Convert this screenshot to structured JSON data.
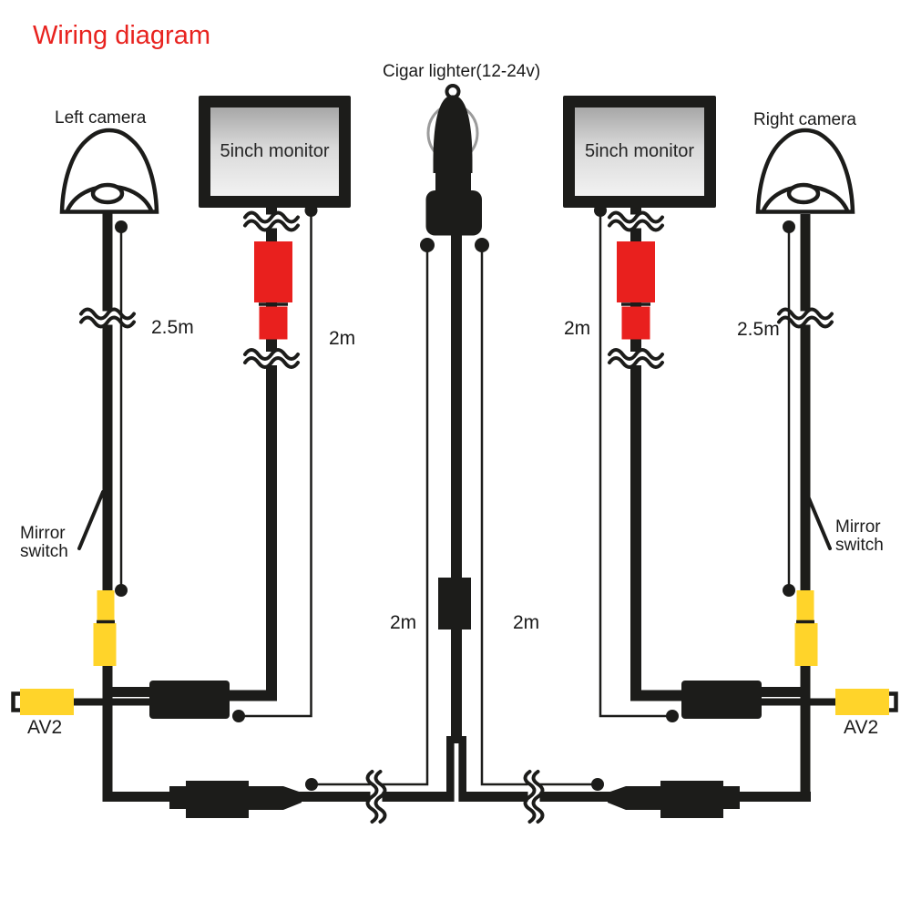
{
  "title": "Wiring diagram",
  "colors": {
    "title_red": "#e8231f",
    "connector_red": "#e9201e",
    "connector_yellow": "#ffd42a",
    "line_black": "#1c1c1a",
    "screen_top": "#a7a7a7",
    "screen_bottom": "#f2f2f2",
    "ring_gray": "#9b9b9b",
    "label_black": "#1a1a1a"
  },
  "power": {
    "label": "Cigar lighter(12-24v)",
    "left_branch_length": "2m",
    "right_branch_length": "2m"
  },
  "left": {
    "camera_label": "Left camera",
    "camera_cable_length": "2.5m",
    "monitor_label": "5inch monitor",
    "monitor_cable_length": "2m",
    "mirror_switch_label": "Mirror\nswitch",
    "av_label": "AV2"
  },
  "right": {
    "camera_label": "Right camera",
    "camera_cable_length": "2.5m",
    "monitor_label": "5inch monitor",
    "monitor_cable_length": "2m",
    "mirror_switch_label": "Mirror\nswitch",
    "av_label": "AV2"
  }
}
